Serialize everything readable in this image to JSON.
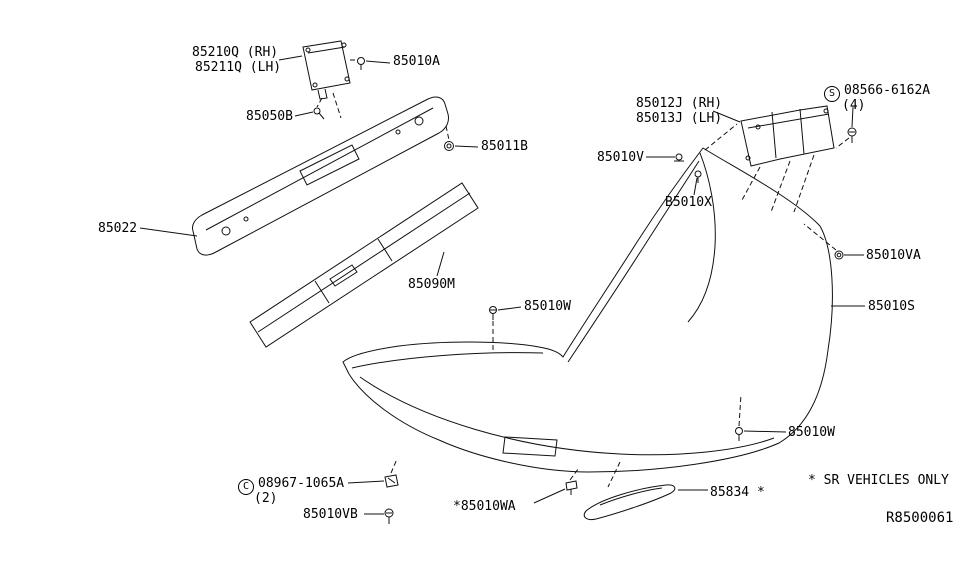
{
  "diagram": {
    "note": "* SR VEHICLES ONLY",
    "drawing_ref": "R8500061",
    "parts": {
      "bracket_rh": "85210Q (RH)",
      "bracket_lh": "85211Q (LH)",
      "bolt_85010a": "85010A",
      "clip_85050b": "85050B",
      "nut_85011b": "85011B",
      "reinforcement_85022": "85022",
      "absorber_85090m": "85090M",
      "screw_85010w_center": "85010W",
      "bracket2_rh": "85012J (RH)",
      "bracket2_lh": "85013J (LH)",
      "bolt_08566": {
        "prefix": "S",
        "number": "08566-6162A",
        "qty": "(4)"
      },
      "clip_85010v": "85010V",
      "clip_b5010x": "B5010X",
      "nut_85010va": "85010VA",
      "cover_85010s": "85010S",
      "screw_85010w_lower": "85010W",
      "grommet_08967": {
        "prefix": "C",
        "number": "08967-1065A",
        "qty": "(2)"
      },
      "screw_85010vb": "85010VB",
      "clip_85010wa": "*85010WA",
      "finisher_85834": "85834 *"
    }
  }
}
